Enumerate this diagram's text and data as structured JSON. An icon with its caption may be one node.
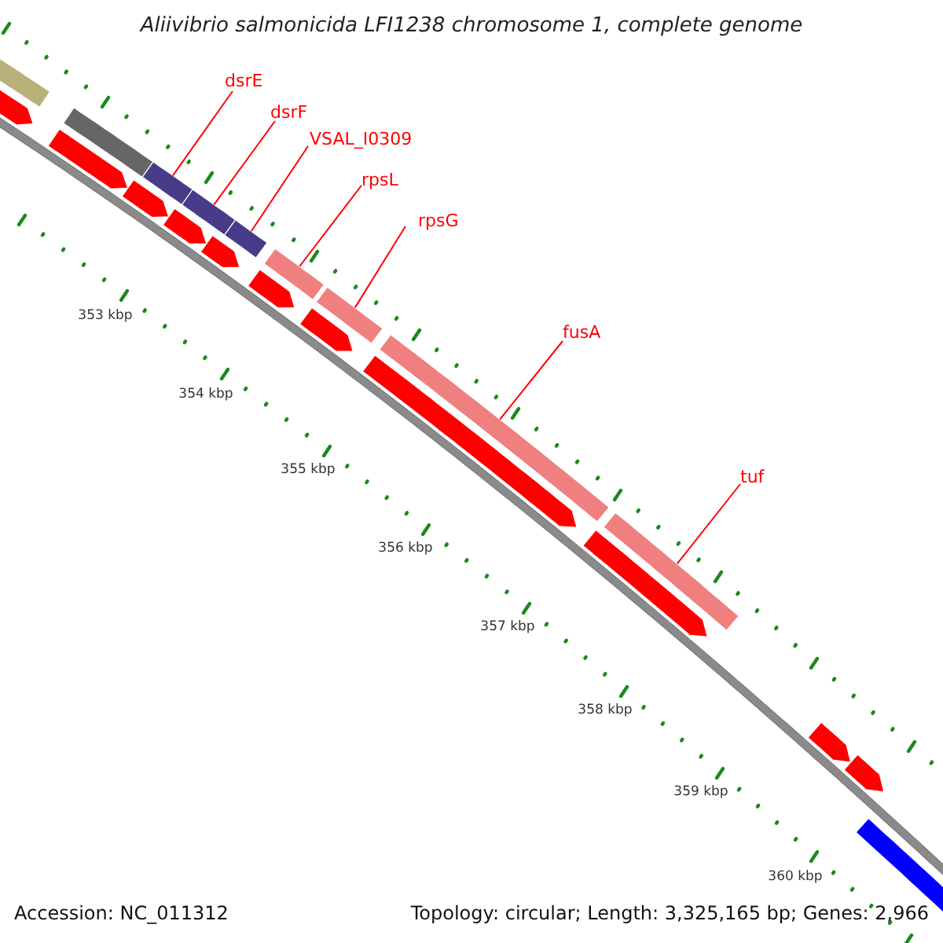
{
  "diagram": {
    "title": "Aliivibrio salmonicida LFI1238 chromosome 1, complete genome",
    "nodes": [
      {
        "text": [
          "dsrE"
        ]
      },
      {
        "text": [
          "dsrF"
        ]
      },
      {
        "text": [
          "VSAL_I0309"
        ]
      },
      {
        "text": [
          "rpsL"
        ]
      },
      {
        "text": [
          "rpsG"
        ]
      },
      {
        "text": [
          "fusA"
        ]
      },
      {
        "text": [
          "tuf"
        ]
      },
      {
        "text": [],
        "shape": "bar"
      },
      {
        "text": [],
        "shape": "bar"
      },
      {
        "text": [],
        "shape": "bar"
      },
      {
        "text": [],
        "shape": "bar"
      },
      {
        "text": [],
        "shape": "bar"
      },
      {
        "text": [],
        "shape": "bar"
      },
      {
        "text": [],
        "shape": "bar"
      },
      {
        "text": [],
        "shape": "bar"
      },
      {
        "text": [],
        "shape": "bar"
      },
      {
        "text": [],
        "shape": "bar"
      },
      {
        "text": [],
        "shape": "bar"
      },
      {
        "text": [],
        "shape": "bar"
      },
      {
        "text": [],
        "shape": "bar"
      },
      {
        "text": [],
        "shape": "bar"
      },
      {
        "text": [],
        "shape": "bar"
      },
      {
        "text": [],
        "shape": "bar"
      },
      {
        "text": [],
        "shape": "bar"
      },
      {
        "text": [],
        "shape": "bar"
      },
      {
        "text": [],
        "shape": "bar"
      },
      {
        "text": [],
        "shape": "bar"
      },
      {
        "text": [],
        "shape": "bar"
      }
    ],
    "edges": [
      {
        "from": 0,
        "to": 7,
        "arrow": "none"
      },
      {
        "from": 1,
        "to": 8,
        "arrow": "none"
      },
      {
        "from": 2,
        "to": 9,
        "arrow": "none"
      },
      {
        "from": 3,
        "to": 10,
        "arrow": "none"
      },
      {
        "from": 4,
        "to": 11,
        "arrow": "none"
      },
      {
        "from": 5,
        "to": 12,
        "arrow": "none"
      },
      {
        "from": 6,
        "to": 13,
        "arrow": "none"
      }
    ],
    "labels": [
      "353 kbp",
      "354 kbp",
      "355 kbp",
      "356 kbp",
      "357 kbp",
      "358 kbp",
      "359 kbp",
      "360 kbp",
      "Accession: NC_011312",
      "Topology: circular; Length: 3,325,165 bp; Genes: 2,966"
    ]
  }
}
